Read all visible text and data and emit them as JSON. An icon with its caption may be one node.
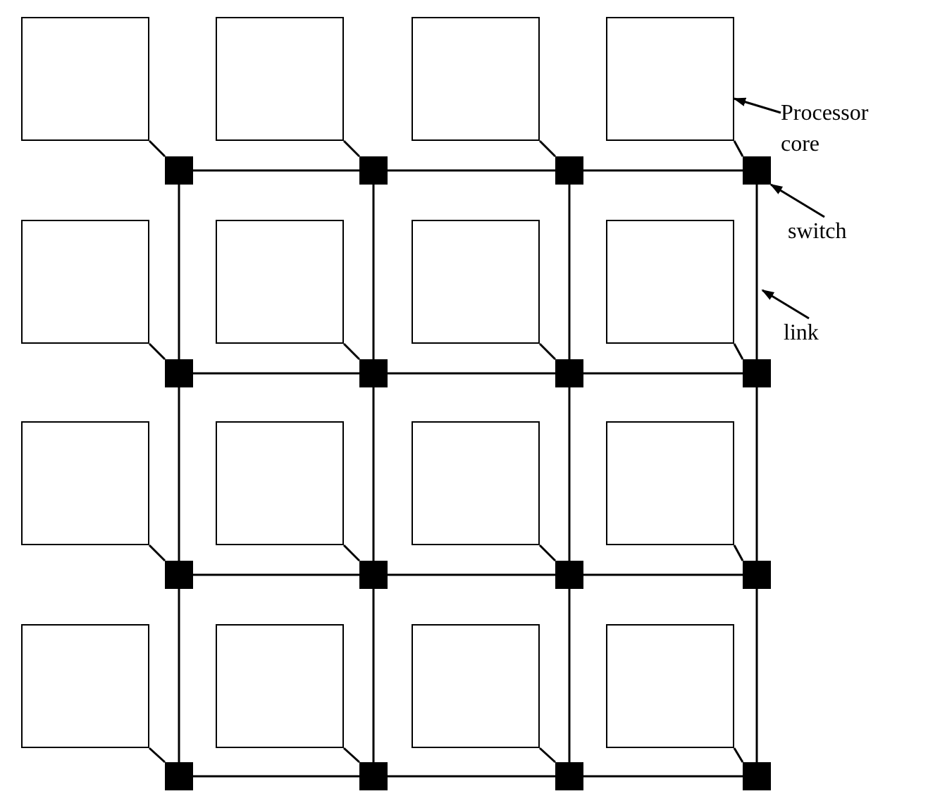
{
  "diagram": {
    "nodes": [
      {
        "text": [],
        "shape": "box"
      },
      {
        "text": [],
        "shape": "box"
      },
      {
        "text": [],
        "shape": "box"
      },
      {
        "text": [],
        "shape": "box"
      },
      {
        "text": [],
        "shape": "box"
      },
      {
        "text": [],
        "shape": "box"
      },
      {
        "text": [],
        "shape": "box"
      },
      {
        "text": [],
        "shape": "box"
      },
      {
        "text": [],
        "shape": "box"
      },
      {
        "text": [],
        "shape": "box"
      },
      {
        "text": [],
        "shape": "box"
      },
      {
        "text": [],
        "shape": "box"
      },
      {
        "text": [],
        "shape": "box"
      },
      {
        "text": [],
        "shape": "box"
      },
      {
        "text": [],
        "shape": "box"
      },
      {
        "text": [],
        "shape": "box"
      },
      {
        "text": [],
        "shape": "box"
      },
      {
        "text": [],
        "shape": "box"
      },
      {
        "text": [],
        "shape": "box"
      },
      {
        "text": [],
        "shape": "box"
      },
      {
        "text": [],
        "shape": "box"
      },
      {
        "text": [],
        "shape": "box"
      },
      {
        "text": [],
        "shape": "box"
      },
      {
        "text": [],
        "shape": "box"
      },
      {
        "text": [],
        "shape": "box"
      },
      {
        "text": [],
        "shape": "box"
      },
      {
        "text": [],
        "shape": "box"
      },
      {
        "text": [],
        "shape": "box"
      },
      {
        "text": [],
        "shape": "box"
      },
      {
        "text": [],
        "shape": "box"
      },
      {
        "text": [],
        "shape": "box"
      },
      {
        "text": [],
        "shape": "box"
      },
      {
        "text": [
          "Processor core"
        ]
      },
      {
        "text": [
          "switch"
        ]
      },
      {
        "text": [
          "link"
        ]
      }
    ],
    "edges": [
      {
        "from": 0,
        "to": 16,
        "arrow": "none"
      },
      {
        "from": 1,
        "to": 17,
        "arrow": "none"
      },
      {
        "from": 2,
        "to": 18,
        "arrow": "none"
      },
      {
        "from": 3,
        "to": 19,
        "arrow": "none"
      },
      {
        "from": 4,
        "to": 20,
        "arrow": "none"
      },
      {
        "from": 5,
        "to": 21,
        "arrow": "none"
      },
      {
        "from": 6,
        "to": 22,
        "arrow": "none"
      },
      {
        "from": 7,
        "to": 23,
        "arrow": "none"
      },
      {
        "from": 8,
        "to": 24,
        "arrow": "none"
      },
      {
        "from": 9,
        "to": 25,
        "arrow": "none"
      },
      {
        "from": 10,
        "to": 26,
        "arrow": "none"
      },
      {
        "from": 11,
        "to": 27,
        "arrow": "none"
      },
      {
        "from": 12,
        "to": 28,
        "arrow": "none"
      },
      {
        "from": 13,
        "to": 29,
        "arrow": "none"
      },
      {
        "from": 14,
        "to": 30,
        "arrow": "none"
      },
      {
        "from": 15,
        "to": 31,
        "arrow": "none"
      },
      {
        "from": 16,
        "to": 17,
        "arrow": "none"
      },
      {
        "from": 17,
        "to": 18,
        "arrow": "none"
      },
      {
        "from": 18,
        "to": 19,
        "arrow": "none"
      },
      {
        "from": 20,
        "to": 21,
        "arrow": "none"
      },
      {
        "from": 21,
        "to": 22,
        "arrow": "none"
      },
      {
        "from": 22,
        "to": 23,
        "arrow": "none"
      },
      {
        "from": 24,
        "to": 25,
        "arrow": "none"
      },
      {
        "from": 25,
        "to": 26,
        "arrow": "none"
      },
      {
        "from": 26,
        "to": 27,
        "arrow": "none"
      },
      {
        "from": 28,
        "to": 29,
        "arrow": "none"
      },
      {
        "from": 29,
        "to": 30,
        "arrow": "none"
      },
      {
        "from": 30,
        "to": 31,
        "arrow": "none"
      },
      {
        "from": 16,
        "to": 20,
        "arrow": "none"
      },
      {
        "from": 17,
        "to": 21,
        "arrow": "none"
      },
      {
        "from": 18,
        "to": 22,
        "arrow": "none"
      },
      {
        "from": 19,
        "to": 23,
        "arrow": "none"
      },
      {
        "from": 20,
        "to": 24,
        "arrow": "none"
      },
      {
        "from": 21,
        "to": 25,
        "arrow": "none"
      },
      {
        "from": 22,
        "to": 26,
        "arrow": "none"
      },
      {
        "from": 23,
        "to": 27,
        "arrow": "none"
      },
      {
        "from": 24,
        "to": 28,
        "arrow": "none"
      },
      {
        "from": 25,
        "to": 29,
        "arrow": "none"
      },
      {
        "from": 26,
        "to": 30,
        "arrow": "none"
      },
      {
        "from": 27,
        "to": 31,
        "arrow": "none"
      },
      {
        "from": 32,
        "to": 3,
        "arrow": "to"
      },
      {
        "from": 33,
        "to": 19,
        "arrow": "to"
      },
      {
        "from": 34,
        "to": null,
        "arrow": "to"
      }
    ]
  }
}
